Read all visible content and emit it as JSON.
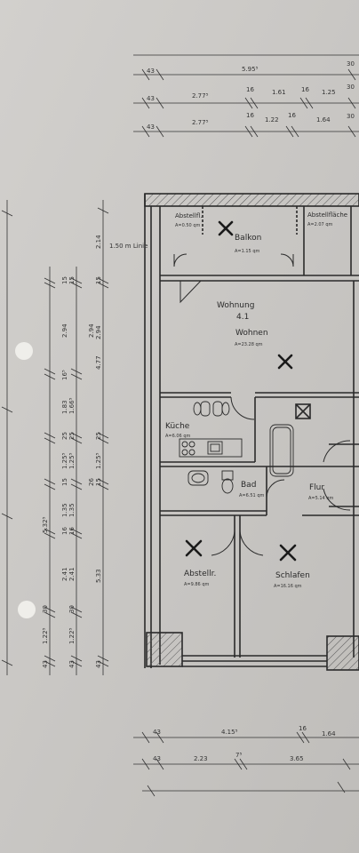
{
  "colors": {
    "paper": "#c9c7c4",
    "ink": "#2a2a2a",
    "marker": "#1a1a1a",
    "punch_hole": "#efeeea"
  },
  "dimensions": {
    "top": {
      "row1": [
        "43",
        "5.95⁵",
        "30"
      ],
      "row2": [
        "43",
        "2.77⁵",
        "16",
        "1.61",
        "16",
        "1.25",
        "30"
      ],
      "row3": [
        "43",
        "2.77⁵",
        "16",
        "1.22",
        "16",
        "1.64",
        "30"
      ]
    },
    "bottom": {
      "row1": [
        "43",
        "4.15⁵",
        "16",
        "1.64"
      ],
      "row2": [
        "43",
        "2.23",
        "7⁵",
        "3.65"
      ]
    },
    "left": {
      "col_a": [
        "15",
        "2.94",
        "16⁵",
        "1.83",
        "25",
        "1.25⁵",
        "15",
        "1.35",
        "16",
        "5.32⁵",
        "2.41",
        "30",
        "1.22⁵",
        "43"
      ],
      "col_b": [
        "15",
        "2.94",
        "1.66⁵",
        "25",
        "1.25⁵",
        "26",
        "1.35",
        "16",
        "2.41",
        "30",
        "1.22⁵",
        "43"
      ],
      "col_c": [
        "2.14",
        "15",
        "2.94",
        "4.77",
        "25",
        "1.25⁵",
        "15",
        "5.33",
        "43"
      ]
    }
  },
  "rooms": {
    "abstell_top": {
      "name": "Abstellfl.",
      "area": "A=0.50 qm"
    },
    "balkon": {
      "name": "Balkon",
      "area": "A=1.15 qm"
    },
    "abstellflaeche": {
      "name": "Abstellfläche",
      "area": "A=2.07 qm"
    },
    "wohnung": {
      "name": "Wohnung",
      "number": "4.1"
    },
    "wohnen": {
      "name": "Wohnen",
      "area": "A=23.28 qm"
    },
    "kueche": {
      "name": "Küche",
      "area": "A=6.06 qm"
    },
    "bad": {
      "name": "Bad",
      "area": "A=6.51 qm"
    },
    "flur": {
      "name": "Flur",
      "area": "A=5.14 qm"
    },
    "abstellr": {
      "name": "Abstellr.",
      "area": "A=9.86 qm"
    },
    "schlafen": {
      "name": "Schlafen",
      "area": "A=16.16 qm"
    }
  },
  "annotations": {
    "linie": "1.50 m Linie"
  }
}
